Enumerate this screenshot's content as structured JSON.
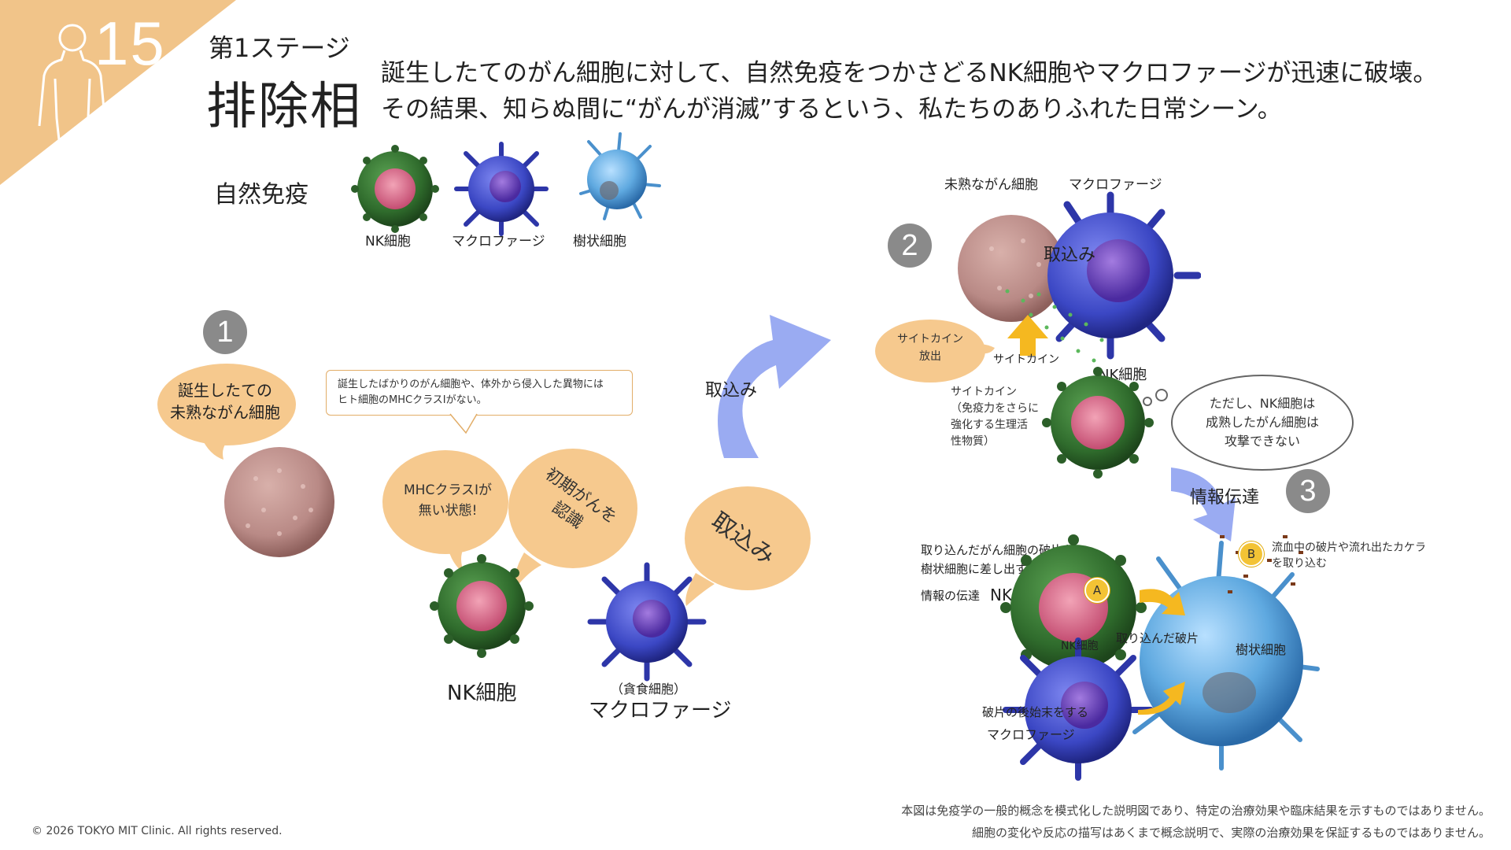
{
  "header": {
    "stage_number": "15",
    "stage_label": "第1ステージ",
    "phase_title": "排除相",
    "lead_line1": "誕生したてのがん細胞に対して、自然免疫をつかさどるNK細胞やマクロファージが迅速に破壊。",
    "lead_line2": "その結果、知らぬ間に“がんが消滅”するという、私たちのありふれた日常シーン。"
  },
  "legend": {
    "title": "自然免疫",
    "items": [
      {
        "label": "NK細胞"
      },
      {
        "label": "マクロファージ"
      },
      {
        "label": "樹状細胞"
      }
    ]
  },
  "step1": {
    "number": "1",
    "bubble_cancer": "誕生したての\n未熟ながん細胞",
    "note": "誕生したばかりのがん細胞や、体外から侵入した異物には\nヒト細胞のMHCクラスIがない。",
    "bubble_mhc": "MHCクラスIが\n無い状態!",
    "bubble_recognize": "初期がんを\n認識",
    "bubble_engulf": "取込み",
    "nk_label": "NK細胞",
    "macro_sub": "（貪食細胞）",
    "macro_label": "マクロファージ",
    "arrow_label": "取込み"
  },
  "step2": {
    "number": "2",
    "label_cancer": "未熟ながん細胞",
    "label_macro": "マクロファージ",
    "label_engulf": "取込み",
    "bubble_cytokine": "サイトカイン\n放出",
    "label_cytokine": "サイトカイン",
    "nk_label": "NK細胞",
    "cytokine_desc": "サイトカイン\n（免疫力をさらに\n強化する生理活\n性物質）",
    "cloud": "ただし、NK細胞は\n成熟したがん細胞は\n攻撃できない"
  },
  "step3": {
    "number": "3",
    "arrow_label": "情報伝達",
    "desc_a_line1": "取り込んだがん細胞の破片を",
    "desc_a_line2": "樹状細胞に差し出す",
    "info_label": "情報の伝達",
    "nk_label_a": "NK細胞",
    "marker_a": "A",
    "marker_b": "B",
    "desc_b": "流血中の破片や流れ出たカケラ\nを取り込む",
    "label_nk_small": "NK細胞",
    "label_fragment": "取り込んだ破片",
    "label_dendritic": "樹状細胞",
    "macro_desc": "破片の後始末をする",
    "macro_label": "マクロファージ"
  },
  "footer": {
    "copyright": "© 2026 TOKYO MIT Clinic. All rights reserved.",
    "disclaimer1": "本図は免疫学の一般的概念を模式化した説明図であり、特定の治療効果や臨床結果を示すものではありません。",
    "disclaimer2": "細胞の変化や反応の描写はあくまで概念説明で、実際の治療効果を保証するものではありません。"
  },
  "colors": {
    "accent_orange": "#f1c489",
    "bubble_orange": "#f6c98e",
    "arrow_blue": "#9aabf2",
    "nk_green": "#2f6b2c",
    "nk_core": "#d96c8c",
    "macro_blue": "#3b47c4",
    "dendritic_blue": "#5fa9e0",
    "cancer_pink": "#b98a86",
    "cytokine_yellow": "#f5b820"
  }
}
